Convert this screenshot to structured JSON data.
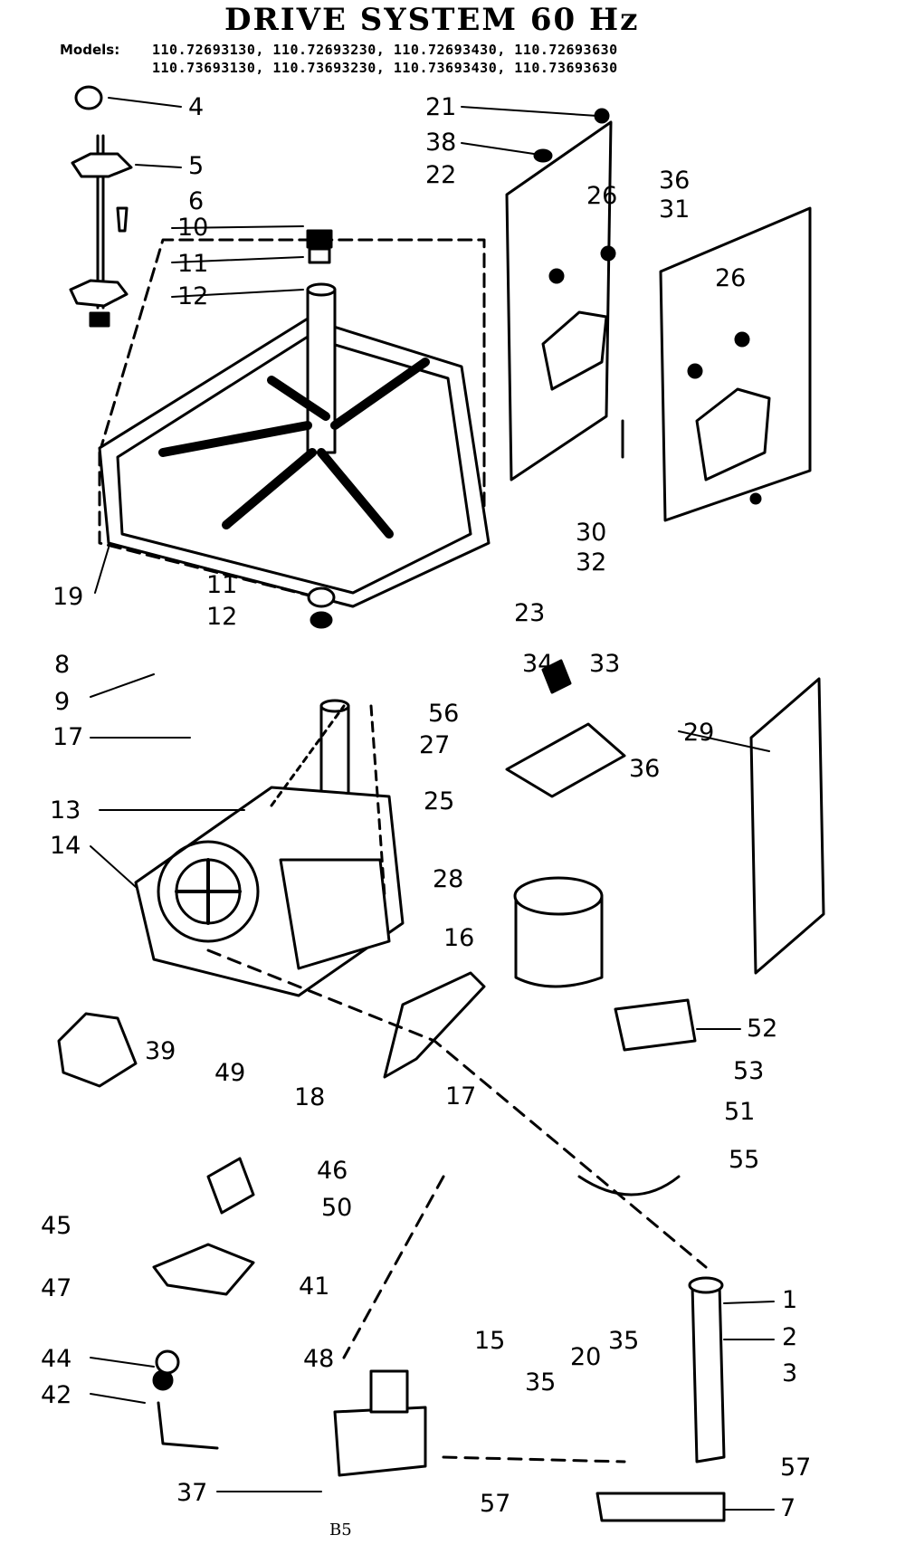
{
  "title": "DRIVE SYSTEM 60 Hz",
  "models_label": "Models:",
  "models_line_1": "110.72693130, 110.72693230, 110.72693430, 110.72693630",
  "models_line_2": "110.73693130, 110.73693230, 110.73693430, 110.73693630",
  "page_number": "B5",
  "callouts": [
    "4",
    "5",
    "6",
    "10",
    "11",
    "12",
    "21",
    "38",
    "22",
    "26",
    "36",
    "31",
    "26",
    "30",
    "32",
    "19",
    "11",
    "12",
    "23",
    "8",
    "9",
    "34",
    "33",
    "17",
    "56",
    "27",
    "29",
    "13",
    "25",
    "36",
    "14",
    "28",
    "16",
    "39",
    "17",
    "52",
    "49",
    "18",
    "53",
    "51",
    "55",
    "45",
    "46",
    "50",
    "47",
    "41",
    "1",
    "2",
    "15",
    "35",
    "20",
    "3",
    "44",
    "48",
    "42",
    "35",
    "37",
    "57",
    "57",
    "7"
  ]
}
